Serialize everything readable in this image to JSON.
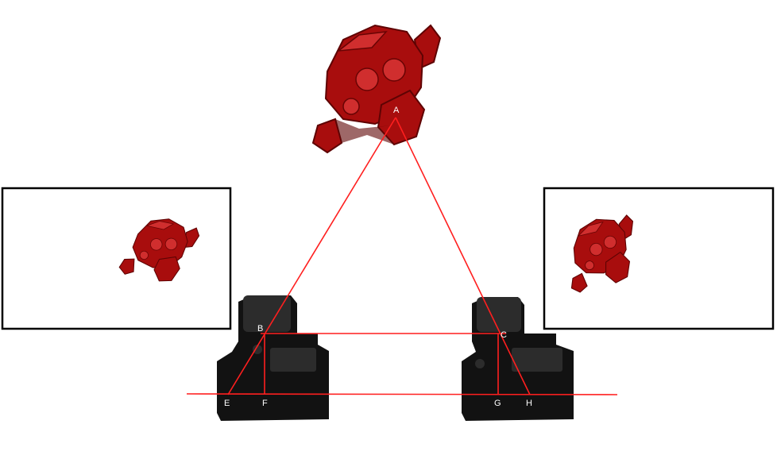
{
  "diagram": {
    "points": {
      "A": "A",
      "B": "B",
      "C": "C",
      "E": "E",
      "F": "F",
      "G": "G",
      "H": "H"
    },
    "colors": {
      "ray": "#ff1f1f",
      "monkey": "#a80d0d",
      "monkey_dark": "#5e0303",
      "monkey_light": "#d83434",
      "camera": "#121212",
      "camera_edge": "#2c2c2c",
      "frame": "#000000",
      "background": "#ffffff"
    }
  }
}
